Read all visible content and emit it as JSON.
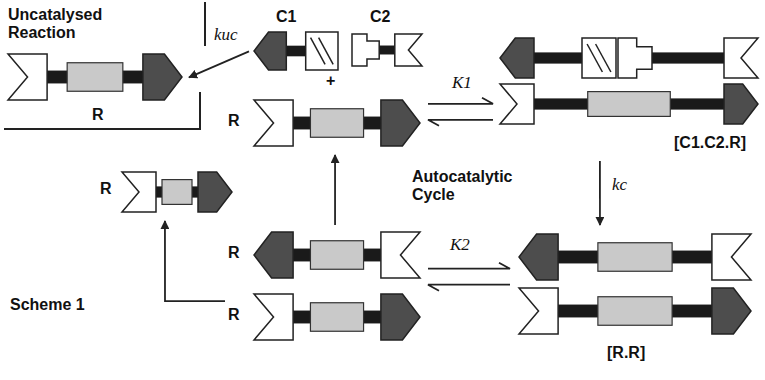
{
  "diagram": {
    "nodes": [
      {
        "text": [
          "C1"
        ]
      },
      {
        "text": [
          "C2"
        ]
      },
      {
        "text": [
          "R"
        ]
      },
      {
        "text": [
          "[C1.C2.R]"
        ]
      },
      {
        "text": [
          "[R.R]"
        ]
      },
      {
        "text": [
          "R"
        ]
      },
      {
        "text": [
          "R"
        ]
      },
      {
        "text": [
          "R"
        ]
      },
      {
        "text": [
          "R"
        ]
      }
    ],
    "edges": [
      {
        "from": 0,
        "to": 8,
        "arrow": "to",
        "label": "kuc"
      },
      {
        "from": 2,
        "to": 3,
        "arrow": "both",
        "label": "K1"
      },
      {
        "from": 3,
        "to": 4,
        "arrow": "to",
        "label": "kc"
      },
      {
        "from": 5,
        "to": 4,
        "arrow": "both",
        "label": "K2"
      },
      {
        "from": 5,
        "to": 2,
        "arrow": "to"
      },
      {
        "from": 6,
        "to": 7,
        "arrow": "to"
      }
    ],
    "labels": [
      "Uncatalysed Reaction",
      "+",
      "Autocatalytic Cycle",
      "Scheme 1"
    ]
  }
}
